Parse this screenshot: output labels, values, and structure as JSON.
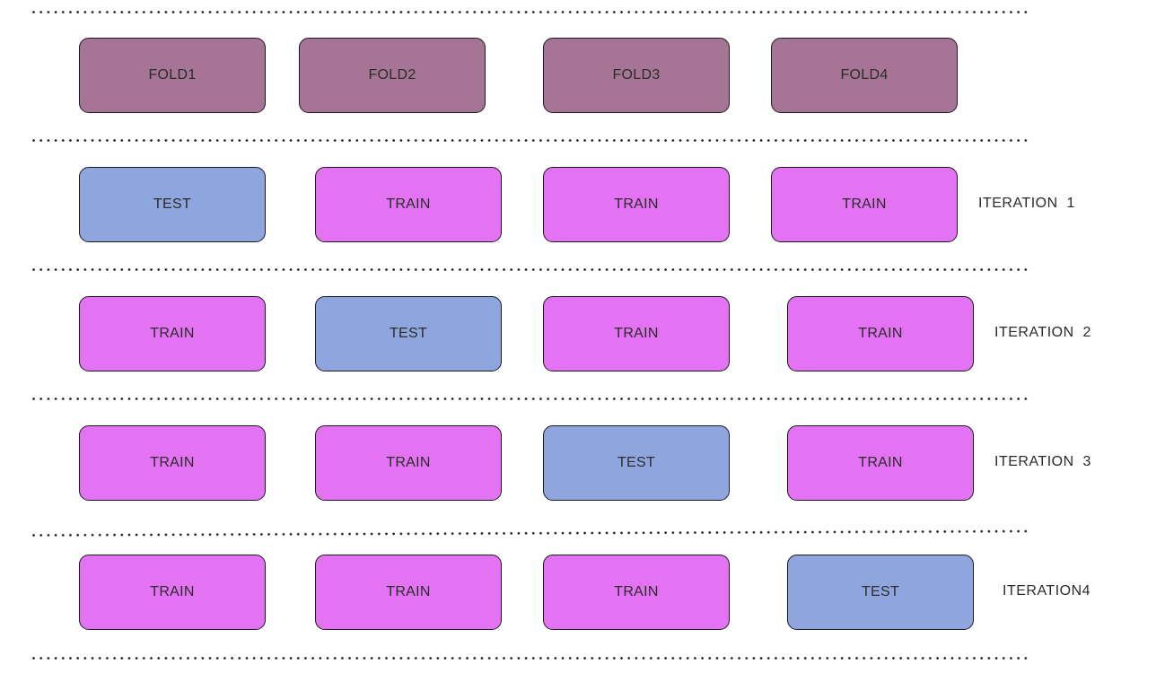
{
  "diagram": {
    "colors": {
      "fold": "#a67596",
      "train": "#e373f3",
      "test": "#8ea6dd",
      "border": "#1a1a1a",
      "separator": "#222222"
    },
    "header_row": {
      "boxes": [
        {
          "label": "FOLD1",
          "kind": "fold"
        },
        {
          "label": "FOLD2",
          "kind": "fold"
        },
        {
          "label": "FOLD3",
          "kind": "fold"
        },
        {
          "label": "FOLD4",
          "kind": "fold"
        }
      ]
    },
    "iterations": [
      {
        "label": "ITERATION  1",
        "boxes": [
          {
            "label": "TEST",
            "kind": "test"
          },
          {
            "label": "TRAIN",
            "kind": "train"
          },
          {
            "label": "TRAIN",
            "kind": "train"
          },
          {
            "label": "TRAIN",
            "kind": "train"
          }
        ]
      },
      {
        "label": "ITERATION  2",
        "boxes": [
          {
            "label": "TRAIN",
            "kind": "train"
          },
          {
            "label": "TEST",
            "kind": "test"
          },
          {
            "label": "TRAIN",
            "kind": "train"
          },
          {
            "label": "TRAIN",
            "kind": "train"
          }
        ]
      },
      {
        "label": "ITERATION  3",
        "boxes": [
          {
            "label": "TRAIN",
            "kind": "train"
          },
          {
            "label": "TRAIN",
            "kind": "train"
          },
          {
            "label": "TEST",
            "kind": "test"
          },
          {
            "label": "TRAIN",
            "kind": "train"
          }
        ]
      },
      {
        "label": "ITERATION4",
        "boxes": [
          {
            "label": "TRAIN",
            "kind": "train"
          },
          {
            "label": "TRAIN",
            "kind": "train"
          },
          {
            "label": "TRAIN",
            "kind": "train"
          },
          {
            "label": "TEST",
            "kind": "test"
          }
        ]
      }
    ]
  }
}
